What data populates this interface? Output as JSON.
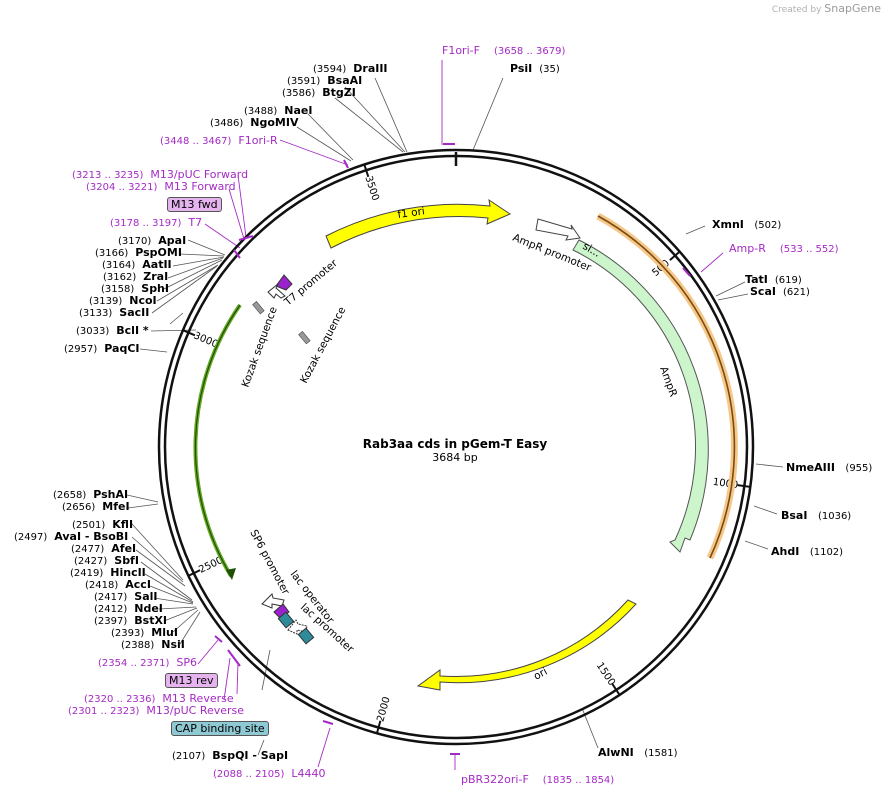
{
  "credit": {
    "text": "Created by",
    "brand": "SnapGene"
  },
  "plasmid": {
    "name": "Rab3aa cds in pGem-T Easy",
    "length": "3684 bp"
  },
  "ticks": [
    "500",
    "1000",
    "1500",
    "2000",
    "2500",
    "3000",
    "3500"
  ],
  "features": {
    "f1ori": "f1 ori",
    "ampr_promoter": "AmpR promoter",
    "si": "si...",
    "ampr": "AmpR",
    "ori": "ori",
    "t7_promoter": "T7 promoter",
    "kozak1": "Kozak sequence",
    "kozak2": "Kozak sequence",
    "sp6_promoter": "SP6 promoter",
    "lac_operator": "lac operator",
    "lac_promoter": "lac promoter"
  },
  "right_enzymes": [
    {
      "name": "PsiI",
      "pos": "(35)"
    },
    {
      "name": "XmnI",
      "pos": "(502)"
    },
    {
      "name": "TatI",
      "pos": "(619)"
    },
    {
      "name": "ScaI",
      "pos": "(621)"
    },
    {
      "name": "NmeAIII",
      "pos": "(955)"
    },
    {
      "name": "BsaI",
      "pos": "(1036)"
    },
    {
      "name": "AhdI",
      "pos": "(1102)"
    },
    {
      "name": "AlwNI",
      "pos": "(1581)"
    }
  ],
  "left_enzymes": [
    {
      "pos": "(3594)",
      "name": "DraIII"
    },
    {
      "pos": "(3591)",
      "name": "BsaAI"
    },
    {
      "pos": "(3586)",
      "name": "BtgZI"
    },
    {
      "pos": "(3488)",
      "name": "NaeI"
    },
    {
      "pos": "(3486)",
      "name": "NgoMIV"
    },
    {
      "pos": "(3170)",
      "name": "ApaI"
    },
    {
      "pos": "(3166)",
      "name": "PspOMI"
    },
    {
      "pos": "(3164)",
      "name": "AatII"
    },
    {
      "pos": "(3162)",
      "name": "ZraI"
    },
    {
      "pos": "(3158)",
      "name": "SphI"
    },
    {
      "pos": "(3139)",
      "name": "NcoI"
    },
    {
      "pos": "(3133)",
      "name": "SacII"
    },
    {
      "pos": "(3033)",
      "name": "BclI *"
    },
    {
      "pos": "(2957)",
      "name": "PaqCI"
    },
    {
      "pos": "(2658)",
      "name": "PshAI"
    },
    {
      "pos": "(2656)",
      "name": "MfeI"
    },
    {
      "pos": "(2501)",
      "name": "KflI"
    },
    {
      "pos": "(2497)",
      "name": "AvaI   - BsoBI"
    },
    {
      "pos": "(2477)",
      "name": "AfeI"
    },
    {
      "pos": "(2427)",
      "name": "SbfI"
    },
    {
      "pos": "(2419)",
      "name": "HincII"
    },
    {
      "pos": "(2418)",
      "name": "AccI"
    },
    {
      "pos": "(2417)",
      "name": "SalI"
    },
    {
      "pos": "(2412)",
      "name": "NdeI"
    },
    {
      "pos": "(2397)",
      "name": "BstXI"
    },
    {
      "pos": "(2393)",
      "name": "MluI"
    },
    {
      "pos": "(2388)",
      "name": "NsiI"
    },
    {
      "pos": "(2107)",
      "name": "BspQI   - SapI"
    }
  ],
  "primers": [
    {
      "name": "F1ori-F",
      "range": "(3658 .. 3679)"
    },
    {
      "name": "F1ori-R",
      "range": "(3448 .. 3467)"
    },
    {
      "name": "M13/pUC Forward",
      "range": "(3213 .. 3235)"
    },
    {
      "name": "M13 Forward",
      "range": "(3204 .. 3221)"
    },
    {
      "name": "T7",
      "range": "(3178 .. 3197)"
    },
    {
      "name": "Amp-R",
      "range": "(533 .. 552)"
    },
    {
      "name": "SP6",
      "range": "(2354 .. 2371)"
    },
    {
      "name": "M13 Reverse",
      "range": "(2320 .. 2336)"
    },
    {
      "name": "M13/pUC Reverse",
      "range": "(2301 .. 2323)"
    },
    {
      "name": "L4440",
      "range": "(2088 .. 2105)"
    },
    {
      "name": "pBR322ori-F",
      "range": "(1835 .. 1854)"
    }
  ],
  "boxes": {
    "m13fwd": "M13 fwd",
    "m13rev": "M13 rev",
    "cap": "CAP binding site"
  },
  "colors": {
    "backbone": "#111111",
    "f1ori": "#ffff00",
    "ori": "#ffff00",
    "ampr": "#ccf5cc",
    "ampr_orf": "#f5c88a",
    "primer": "#a52ac5",
    "promoter": "#ffffff",
    "lac_operator": "#2e8b99",
    "kozak": "#999999",
    "cds_line": "#66aa22"
  }
}
